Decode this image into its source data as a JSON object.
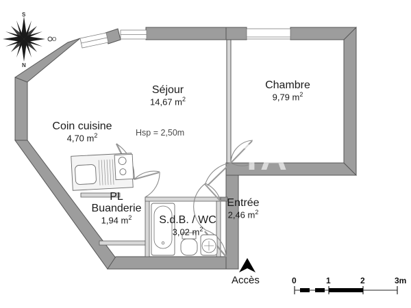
{
  "plan": {
    "type": "apartment-floor-plan",
    "ceiling_note": "Hsp = 2,50m",
    "access_label": "Accès",
    "wall_fill": "#9d9d9d",
    "wall_stroke": "#555555",
    "fixture_stroke": "#6b6b6b",
    "door_arc_stroke": "#8a8a8a",
    "text_color": "#1a1a1a",
    "note_color": "#4a4a4a",
    "background": "#ffffff",
    "rooms": [
      {
        "key": "sejour",
        "name": "Séjour",
        "area": "14,67 m",
        "area_unit_sup": "2"
      },
      {
        "key": "chambre",
        "name": "Chambre",
        "area": "9,79 m",
        "area_unit_sup": "2"
      },
      {
        "key": "coin_cuisine",
        "name": "Coin cuisine",
        "area": "4,70 m",
        "area_unit_sup": "2"
      },
      {
        "key": "buanderie",
        "name": "PL",
        "name2": "Buanderie",
        "area": "1,94 m",
        "area_unit_sup": "2"
      },
      {
        "key": "sdb_wc",
        "name": "S.d.B. / WC",
        "area": "3,02 m",
        "area_unit_sup": "2"
      },
      {
        "key": "entree",
        "name": "Entrée",
        "area": "2,46 m",
        "area_unit_sup": "2"
      }
    ],
    "compass": {
      "top_label": "S",
      "bottom_label": "N",
      "right_label": "O"
    },
    "scale": {
      "ticks": [
        "0",
        "1",
        "2",
        "3m"
      ],
      "unit": "m"
    },
    "fixtures": [
      {
        "name": "kitchen-sink"
      },
      {
        "name": "cooktop"
      },
      {
        "name": "bathtub"
      },
      {
        "name": "toilet"
      },
      {
        "name": "washbasin"
      }
    ]
  }
}
